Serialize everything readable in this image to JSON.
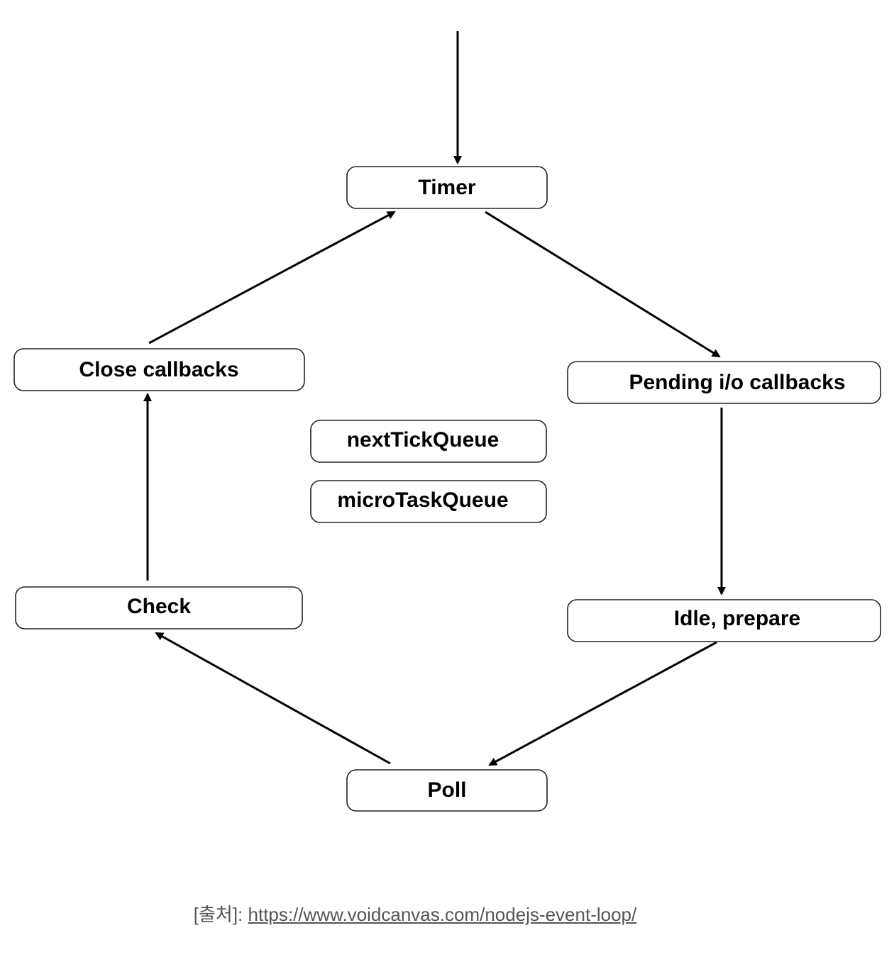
{
  "diagram": {
    "nodes": {
      "timer": "Timer",
      "pending": "Pending i/o callbacks",
      "idle": "Idle, prepare",
      "poll": "Poll",
      "check": "Check",
      "close": "Close callbacks",
      "next_tick": "nextTickQueue",
      "micro_task": "microTaskQueue"
    }
  },
  "caption": {
    "prefix": "[출처]: ",
    "link_text": "https://www.voidcanvas.com/nodejs-event-loop/"
  }
}
